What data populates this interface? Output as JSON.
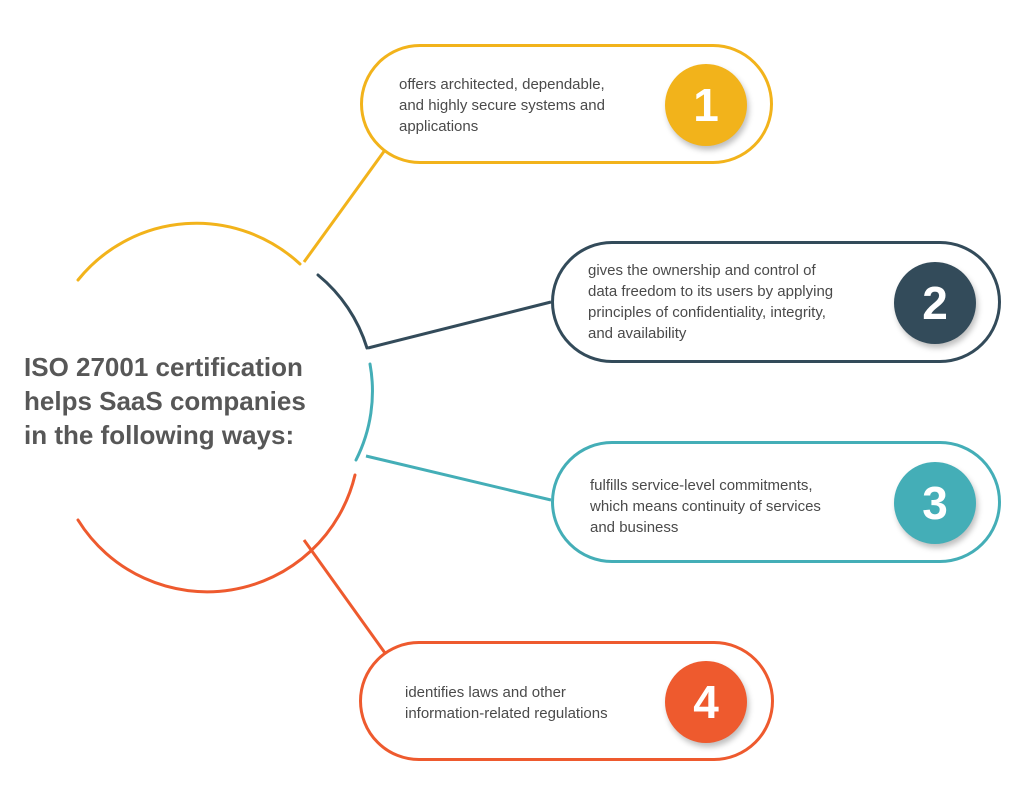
{
  "title_lines": [
    "ISO 27001 certification",
    "helps SaaS companies",
    "in the following ways:"
  ],
  "items": [
    {
      "number": "1",
      "lines": [
        "offers architected, dependable,",
        "and highly secure systems and",
        "applications"
      ],
      "color": "#F2B31B"
    },
    {
      "number": "2",
      "lines": [
        "gives the ownership and control of",
        "data freedom to its users by applying",
        "principles of confidentiality, integrity,",
        "and availability"
      ],
      "color": "#334B5A"
    },
    {
      "number": "3",
      "lines": [
        "fulfills service-level commitments,",
        "which means continuity of services",
        "and business"
      ],
      "color": "#44AEB7"
    },
    {
      "number": "4",
      "lines": [
        "identifies laws and other",
        "information-related regulations"
      ],
      "color": "#EE5A2E"
    }
  ]
}
